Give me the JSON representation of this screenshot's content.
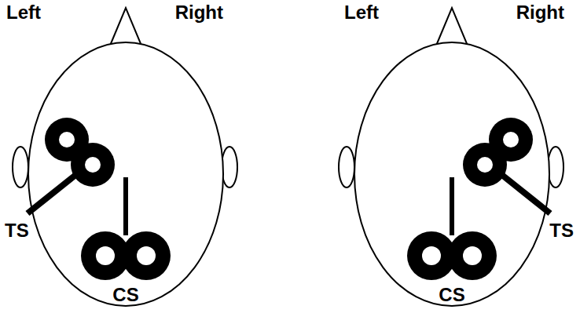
{
  "diagram": {
    "labels": [
      "Left",
      "Right",
      "Left",
      "Right",
      "TS",
      "TS",
      "CS",
      "CS"
    ]
  }
}
